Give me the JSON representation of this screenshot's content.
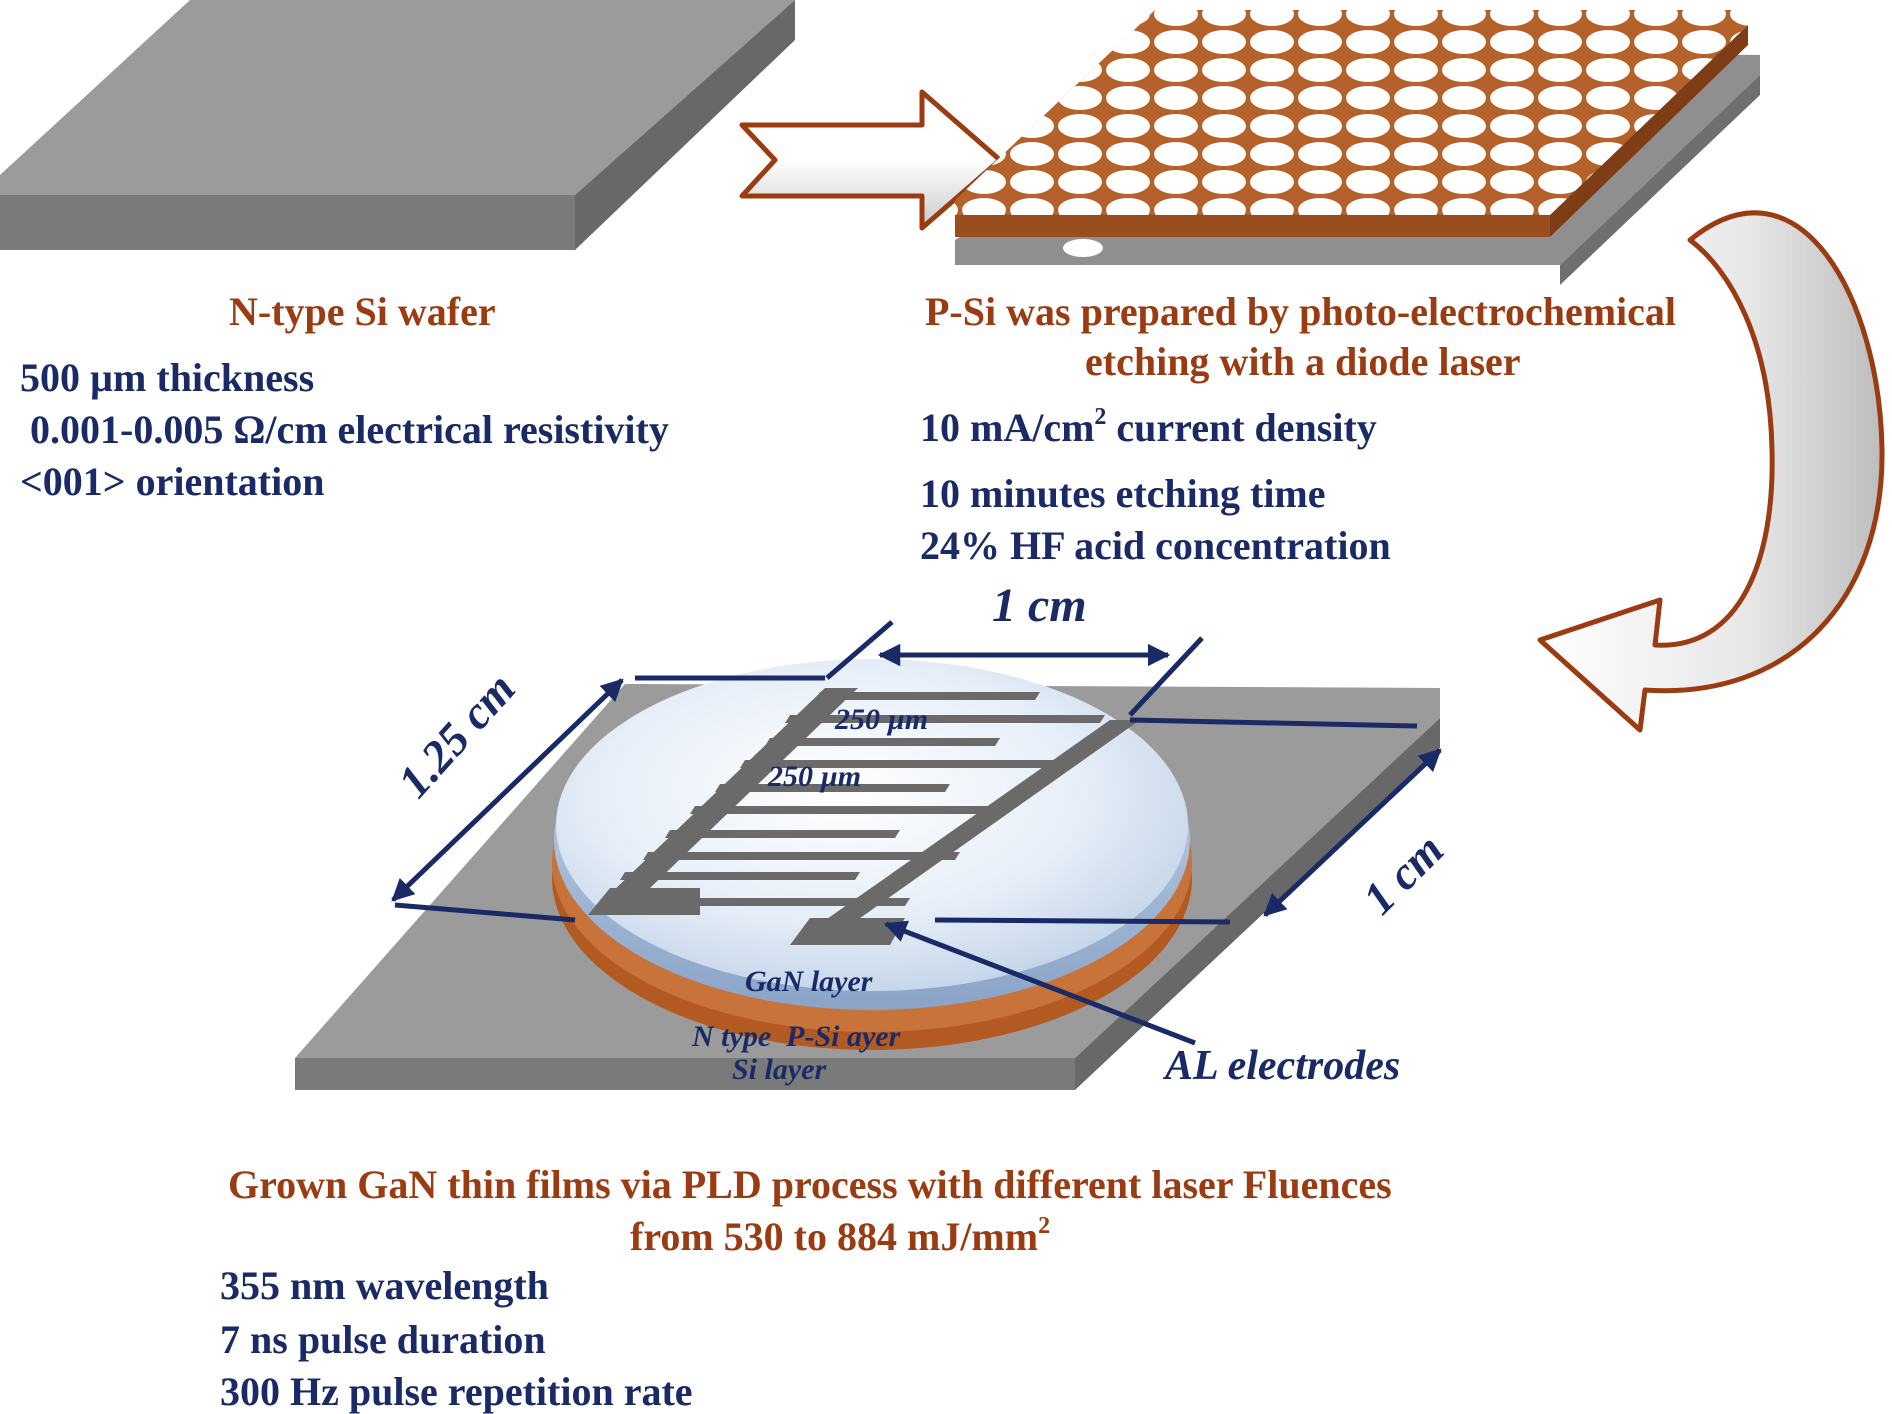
{
  "colors": {
    "heading": "#9a3b12",
    "body": "#1a2a66",
    "wafer": "#8f8f8f",
    "porous_layer": "#b5612a",
    "gan_layer": "#dde8f6"
  },
  "step1": {
    "title": "N-type Si wafer",
    "lines": [
      "500 µm thickness",
      " 0.001-0.005 Ω/cm electrical resistivity",
      "<001> orientation"
    ]
  },
  "step2": {
    "title_line1": "P-Si was prepared by photo-electrochemical",
    "title_line2": "etching with a diode laser",
    "line1_prefix": "10 mA/cm",
    "line1_sup": "2",
    "line1_suffix": " current density",
    "line2": "10 minutes etching time",
    "line3": "24% HF acid concentration"
  },
  "device": {
    "dim_top": "1 cm",
    "dim_left": "1.25 cm",
    "dim_right": "1 cm",
    "finger_gap_1": "250 µm",
    "finger_gap_2": "250 µm",
    "layer_gan": "GaN layer",
    "layer_psi": "N type  P-Si ayer",
    "layer_si": "Si layer",
    "electrodes": "AL electrodes"
  },
  "step3": {
    "title_line1": "Grown GaN thin films via PLD process with different laser Fluences",
    "title_line2_prefix": "from 530 to 884 mJ/mm",
    "title_line2_sup": "2",
    "lines": [
      "355 nm wavelength",
      "7 ns pulse duration",
      "300 Hz pulse repetition rate"
    ]
  }
}
